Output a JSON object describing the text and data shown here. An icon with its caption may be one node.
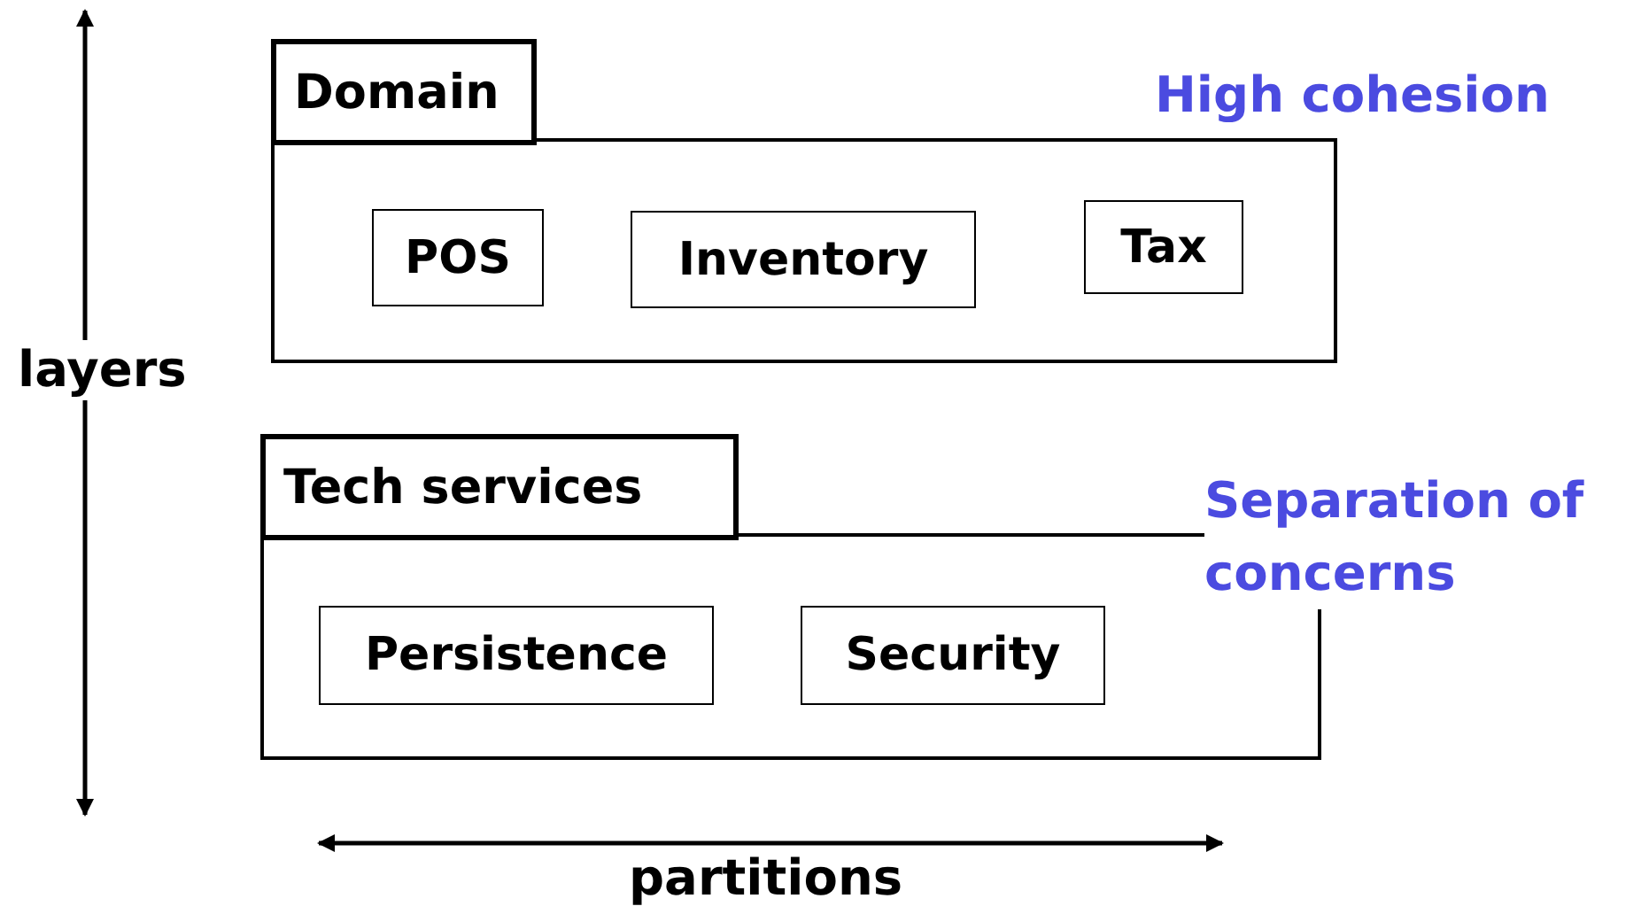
{
  "diagram": {
    "nodes": [
      {
        "text": [
          "Domain"
        ]
      },
      {
        "text": [
          "POS"
        ],
        "in": 0
      },
      {
        "text": [
          "Inventory"
        ],
        "in": 0
      },
      {
        "text": [
          "Tax"
        ],
        "in": 0
      },
      {
        "text": [
          "Tech services"
        ]
      },
      {
        "text": [
          "Persistence"
        ],
        "in": 4
      },
      {
        "text": [
          "Security"
        ],
        "in": 4
      }
    ],
    "labels": [
      "High cohesion",
      "layers",
      "Separation of concerns",
      "partitions"
    ]
  }
}
